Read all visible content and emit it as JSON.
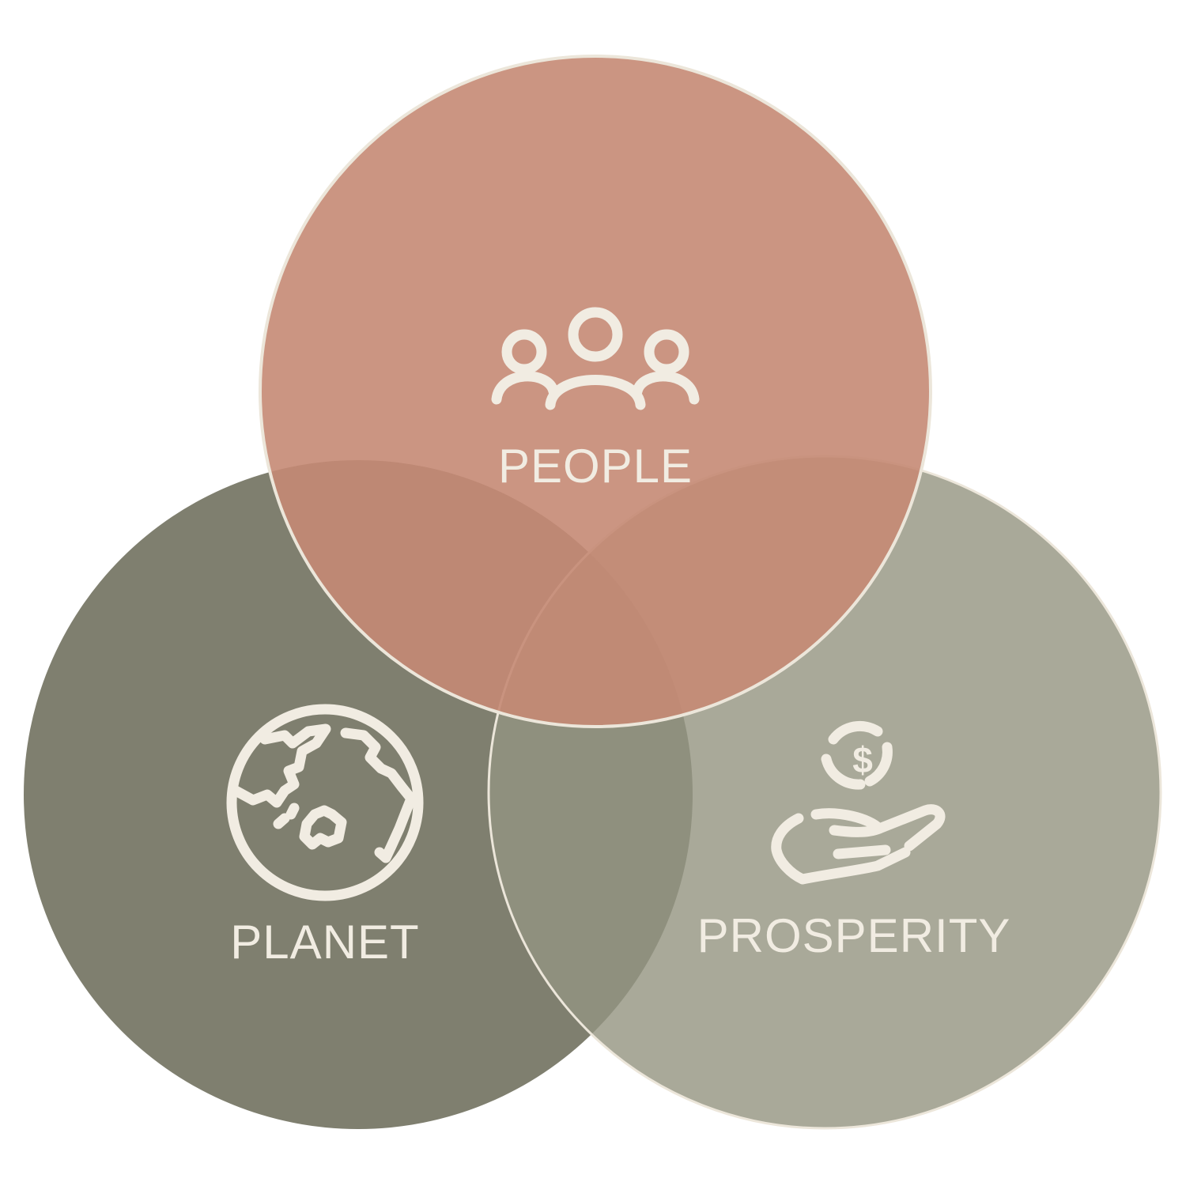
{
  "diagram": {
    "type": "venn",
    "circles": [
      {
        "id": "planet",
        "label": "PLANET",
        "icon": "globe-icon",
        "color": "#7f7f6f"
      },
      {
        "id": "prosperity",
        "label": "PROSPERITY",
        "icon": "hand-holding-dollar-icon",
        "color": "#a9a999"
      },
      {
        "id": "people",
        "label": "PEOPLE",
        "icon": "people-group-icon",
        "color": "#c58a74"
      }
    ],
    "text_color": "#f1ece2",
    "outline_color": "#ece6da"
  }
}
